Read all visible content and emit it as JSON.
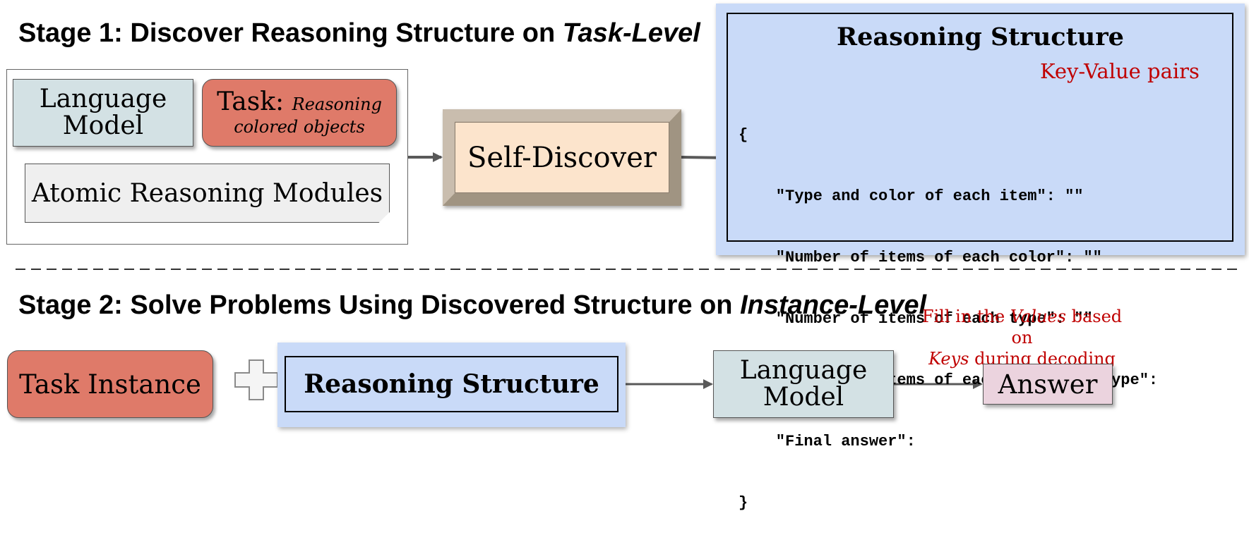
{
  "stage1": {
    "title_prefix": "Stage 1: Discover Reasoning Structure on ",
    "title_italic": "Task-Level",
    "language_model": [
      "Language",
      "Model"
    ],
    "task_label": "Task:",
    "task_italic_1": "Reasoning",
    "task_italic_2": "colored objects",
    "atomic_modules": "Atomic Reasoning Modules",
    "self_discover": "Self-Discover",
    "structure_title": "Reasoning Structure",
    "kv_annotation": "Key-Value pairs",
    "code_lines": [
      "{",
      "    \"Type and color of each item\": \"\"",
      "    \"Number of items of each color\": \"\"",
      "    \"Number of items of each type\": \"\"",
      "    \"Number of items of each color and type\":",
      "    \"Final answer\":",
      "}"
    ]
  },
  "stage2": {
    "title_prefix": "Stage 2: Solve Problems Using Discovered Structure on ",
    "title_italic": "Instance-Level",
    "task_instance": "Task Instance",
    "reasoning_structure": "Reasoning Structure",
    "language_model": [
      "Language",
      "Model"
    ],
    "answer": "Answer",
    "fill_note": {
      "part1": "Fill in the ",
      "values": "Values",
      "part2": " based on",
      "keys": "Keys",
      "part3": " during decoding"
    }
  },
  "colors": {
    "lm_fill": "#d3e1e4",
    "task_fill": "#df7a69",
    "atomic_fill": "#efefef",
    "self_discover_face": "#fce4cc",
    "self_discover_bevel": "#a09482",
    "structure_fill": "#c9daf8",
    "answer_fill": "#ebd3de",
    "annotation_red": "#c00000",
    "arrow": "#595959"
  }
}
